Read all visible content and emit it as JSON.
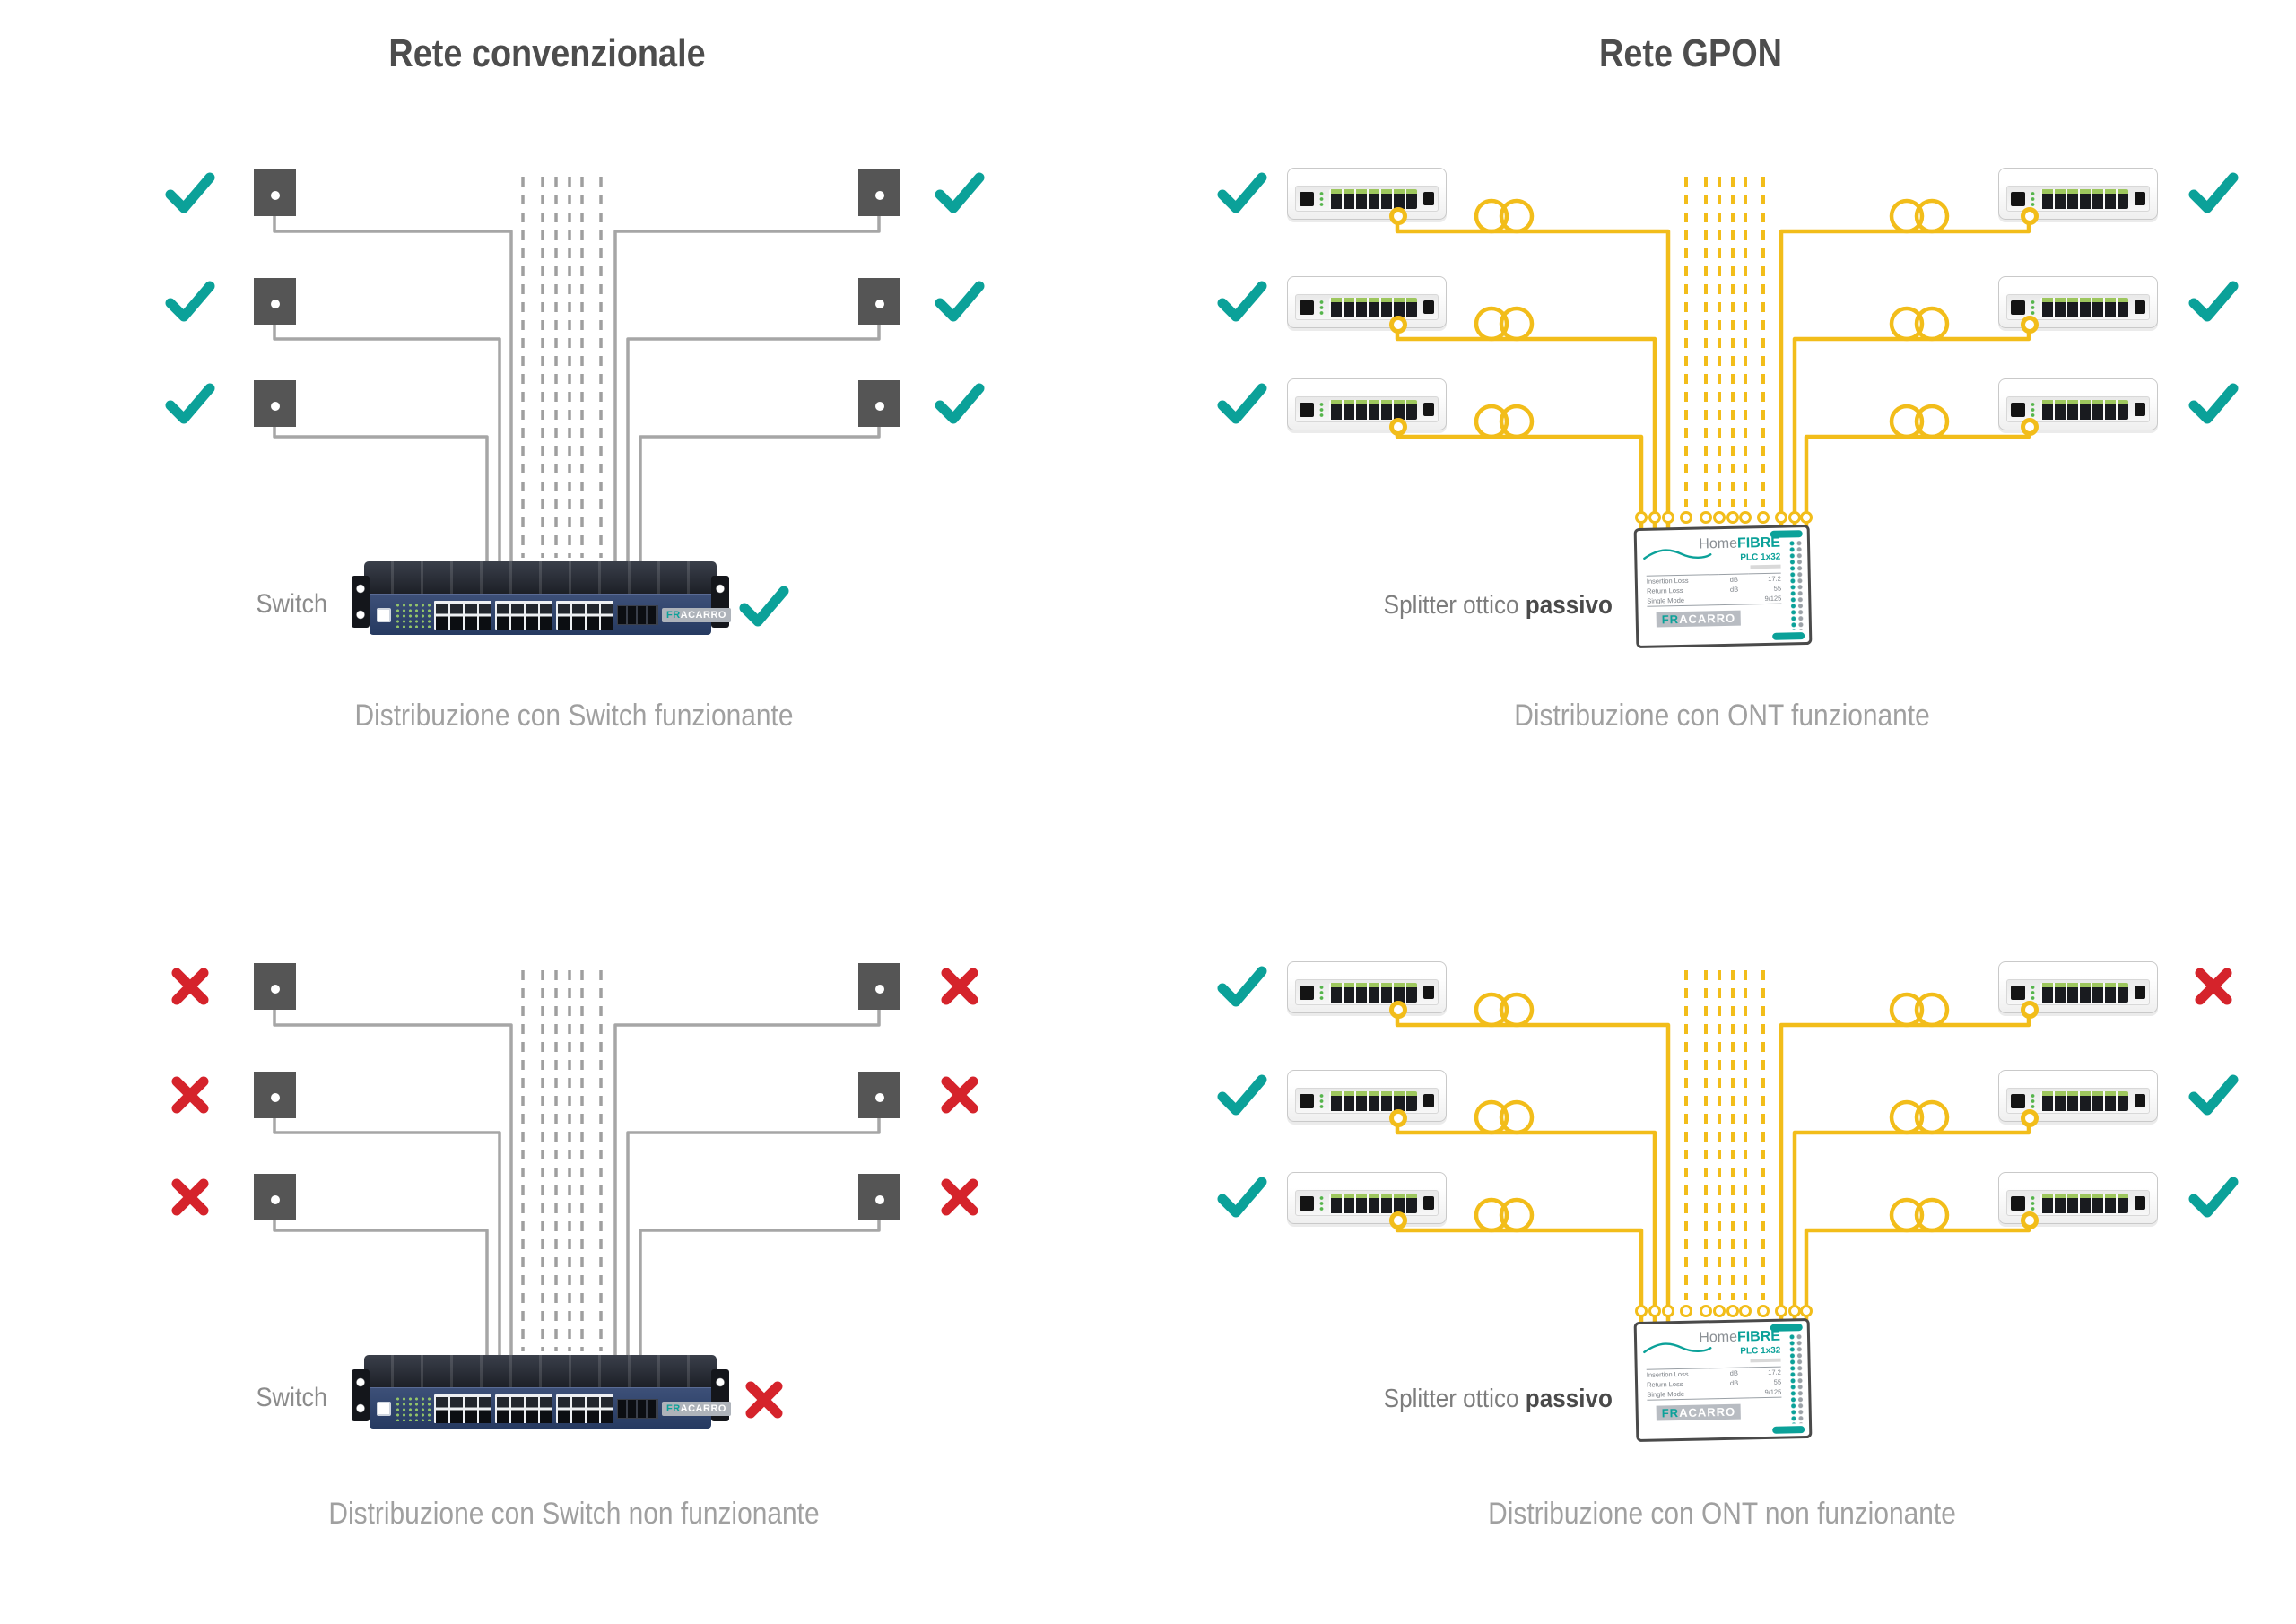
{
  "colors": {
    "teal_check": "#0ba199",
    "red_cross": "#d5232b",
    "fiber_yellow": "#f2bd1a",
    "cable_gray": "#a6a6a6",
    "socket_gray": "#555555"
  },
  "conventional": {
    "title": "Rete convenzionale",
    "switch_label": "Switch",
    "caption_working": "Distribuzione con Switch funzionante",
    "caption_broken": "Distribuzione con Switch non funzionante"
  },
  "gpon": {
    "title": "Rete GPON",
    "splitter_label": "Splitter ottico",
    "splitter_label_bold": "passivo",
    "caption_working": "Distribuzione con ONT funzionante",
    "caption_broken": "Distribuzione con ONT non funzionante"
  },
  "switch_device": {
    "brand_fr": "FR",
    "brand_rest": "ACARRO"
  },
  "splitter_device": {
    "brand_home": "Home",
    "brand_fibre": "FIBRE",
    "model": "PLC 1x32",
    "specs": [
      {
        "label": "Insertion Loss",
        "unit": "dB",
        "value": "17.2"
      },
      {
        "label": "Return Loss",
        "unit": "dB",
        "value": "55"
      },
      {
        "label": "Single Mode",
        "unit": "",
        "value": "9/125"
      }
    ],
    "badge_fr": "FR",
    "badge_rest": "ACARRO"
  }
}
